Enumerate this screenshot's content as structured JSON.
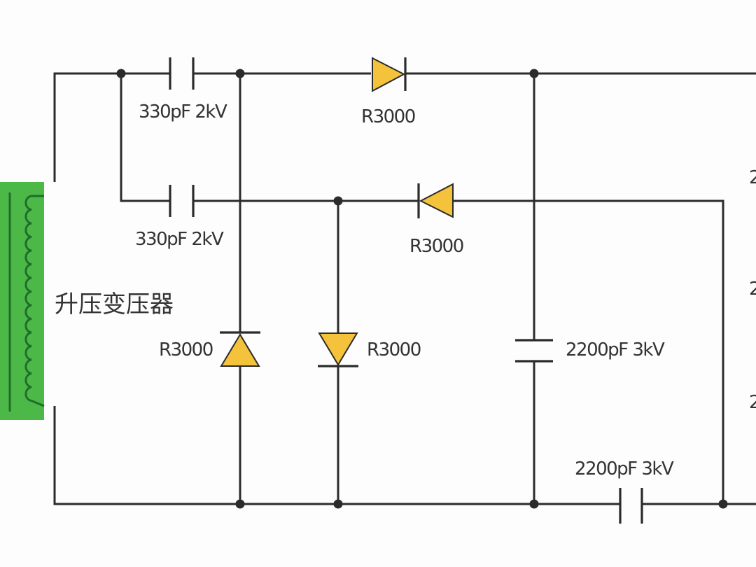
{
  "colors": {
    "wire": "#2b2b2b",
    "diode_fill": "#f5c33b",
    "transformer_fill": "#4cb848",
    "coil": "#1f6d2a",
    "text": "#333333"
  },
  "transformer": {
    "label": "升压变压器",
    "icon": "coil-icon"
  },
  "capacitors": {
    "c1": "330pF 2kV",
    "c2": "330pF 2kV",
    "c3": "2200pF 3kV",
    "c4": "2200pF 3kV"
  },
  "diodes": {
    "d1": "R3000",
    "d2": "R3000",
    "d3": "R3000",
    "d4": "R3000"
  },
  "edge_glyphs": [
    "2",
    "2",
    "2"
  ]
}
